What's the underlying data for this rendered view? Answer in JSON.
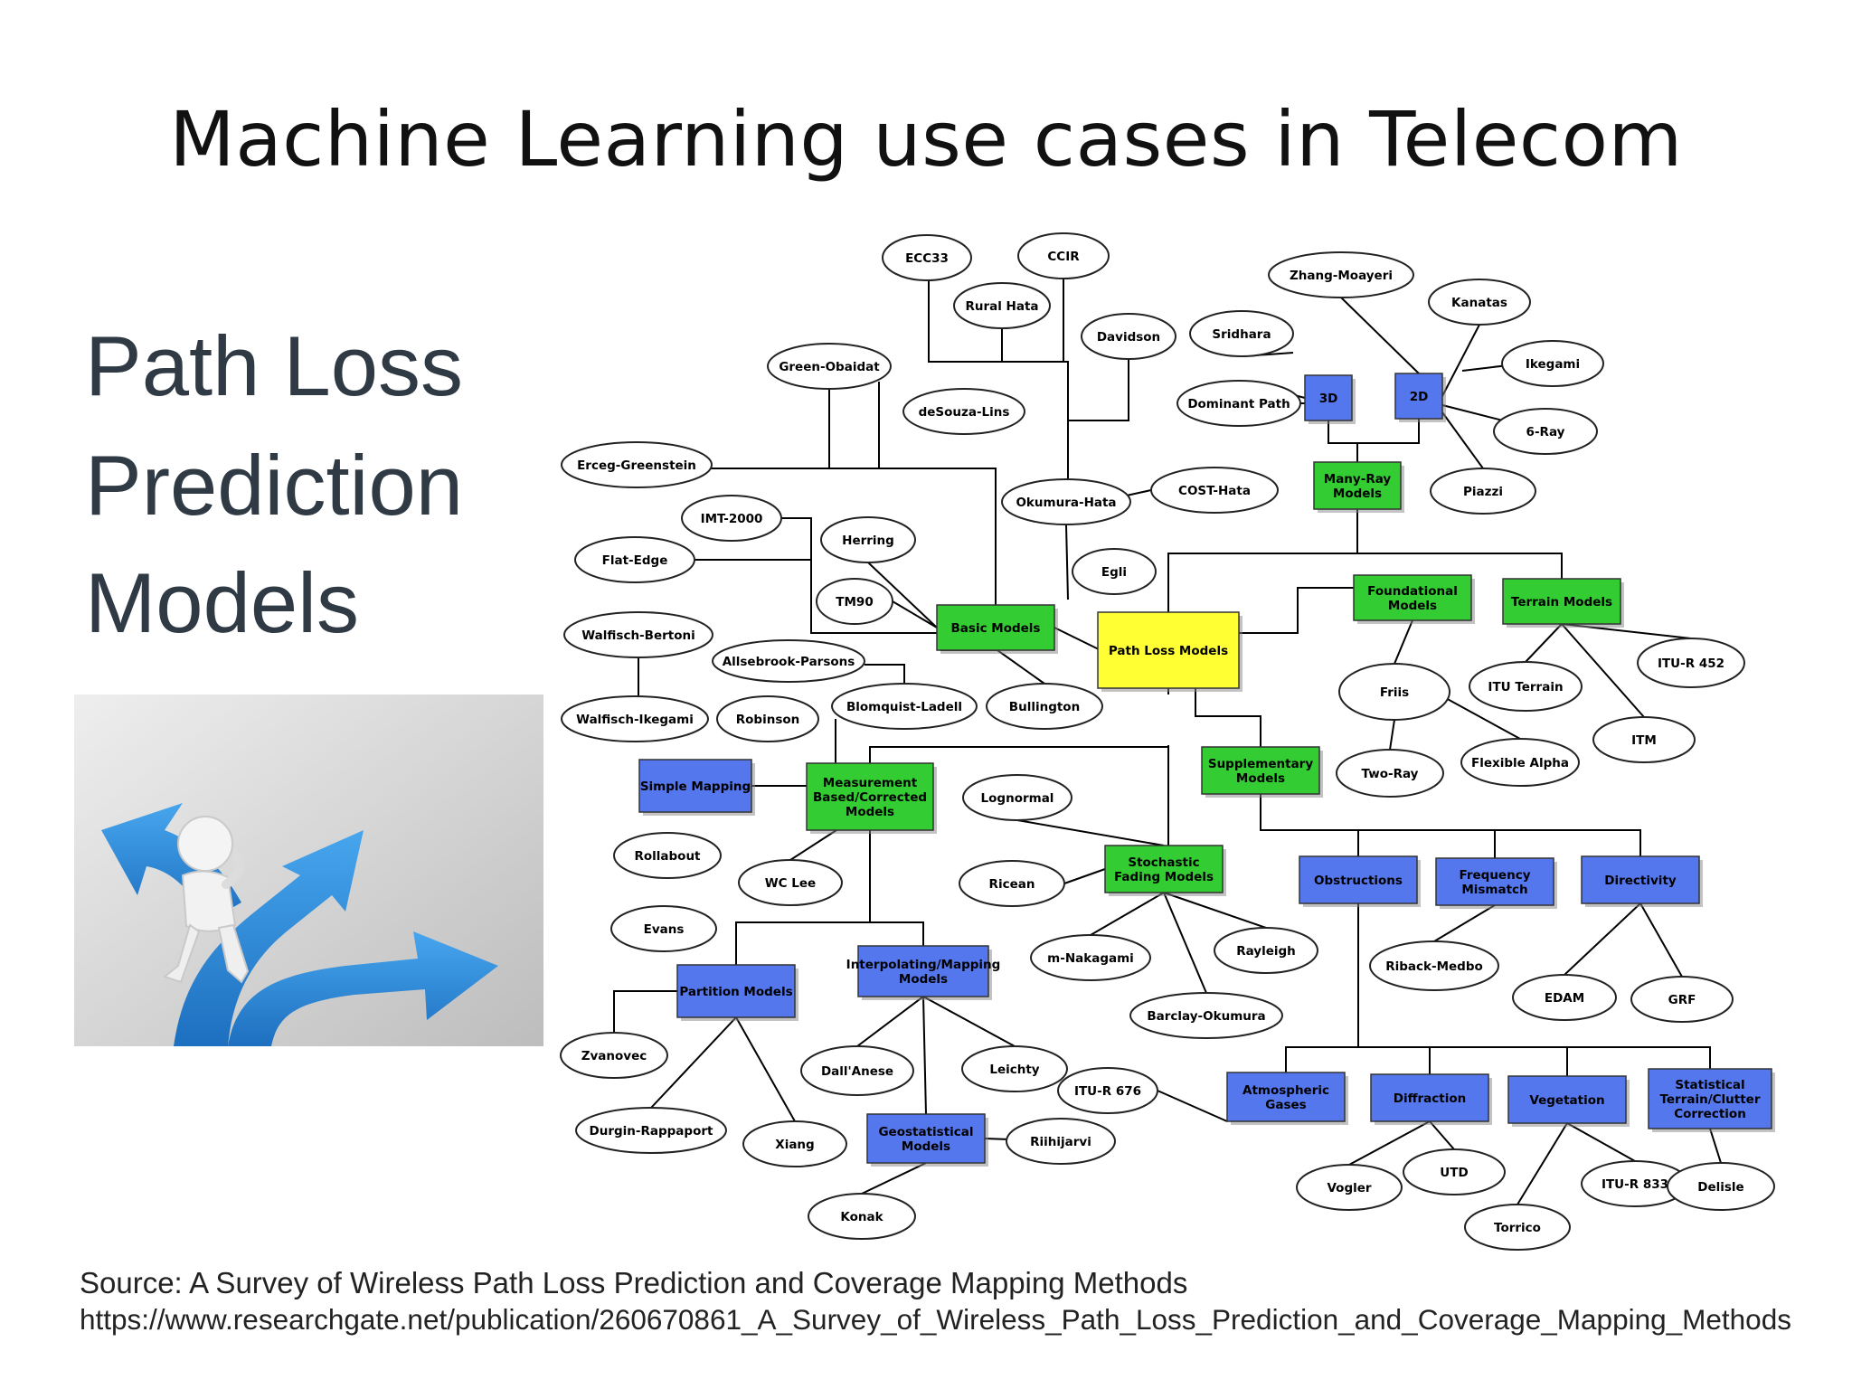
{
  "title": "Machine Learning use cases in Telecom",
  "side_heading": [
    "Path Loss",
    "Prediction",
    "Models"
  ],
  "source_line": "Source: A Survey of Wireless Path Loss Prediction and Coverage Mapping Methods",
  "source_url": "https://www.researchgate.net/publication/260670861_A_Survey_of_Wireless_Path_Loss_Prediction_and_Coverage_Mapping_Methods",
  "colors": {
    "root": "#ffff33",
    "green": "#33cc33",
    "blue": "#5577ee",
    "ellipse_fill": "#ffffff",
    "line": "#000000",
    "arrow": "#2b8fdc"
  },
  "photo_icons": [
    "stick-figure-icon",
    "three-way-arrow-icon"
  ],
  "diagram": {
    "nodes": [
      {
        "id": "root",
        "shape": "rect",
        "color": "yellow",
        "lines": [
          "Path Loss Models"
        ]
      },
      {
        "id": "basic",
        "shape": "rect",
        "color": "green",
        "lines": [
          "Basic Models"
        ]
      },
      {
        "id": "manyray",
        "shape": "rect",
        "color": "green",
        "lines": [
          "Many-Ray",
          "Models"
        ]
      },
      {
        "id": "found",
        "shape": "rect",
        "color": "green",
        "lines": [
          "Foundational",
          "Models"
        ]
      },
      {
        "id": "terrain",
        "shape": "rect",
        "color": "green",
        "lines": [
          "Terrain Models"
        ]
      },
      {
        "id": "supp",
        "shape": "rect",
        "color": "green",
        "lines": [
          "Supplementary",
          "Models"
        ]
      },
      {
        "id": "meas",
        "shape": "rect",
        "color": "green",
        "lines": [
          "Measurement",
          "Based/Corrected",
          "Models"
        ]
      },
      {
        "id": "stoch",
        "shape": "rect",
        "color": "green",
        "lines": [
          "Stochastic",
          "Fading Models"
        ]
      },
      {
        "id": "r3d",
        "shape": "rect",
        "color": "blue",
        "lines": [
          "3D"
        ]
      },
      {
        "id": "r2d",
        "shape": "rect",
        "color": "blue",
        "lines": [
          "2D"
        ]
      },
      {
        "id": "simple",
        "shape": "rect",
        "color": "blue",
        "lines": [
          "Simple Mapping"
        ]
      },
      {
        "id": "partition",
        "shape": "rect",
        "color": "blue",
        "lines": [
          "Partition Models"
        ]
      },
      {
        "id": "interp",
        "shape": "rect",
        "color": "blue",
        "lines": [
          "Interpolating/Mapping",
          "Models"
        ]
      },
      {
        "id": "geo",
        "shape": "rect",
        "color": "blue",
        "lines": [
          "Geostatistical",
          "Models"
        ]
      },
      {
        "id": "obstr",
        "shape": "rect",
        "color": "blue",
        "lines": [
          "Obstructions"
        ]
      },
      {
        "id": "freq",
        "shape": "rect",
        "color": "blue",
        "lines": [
          "Frequency",
          "Mismatch"
        ]
      },
      {
        "id": "direct",
        "shape": "rect",
        "color": "blue",
        "lines": [
          "Directivity"
        ]
      },
      {
        "id": "atmo",
        "shape": "rect",
        "color": "blue",
        "lines": [
          "Atmospheric",
          "Gases"
        ]
      },
      {
        "id": "diff",
        "shape": "rect",
        "color": "blue",
        "lines": [
          "Diffraction"
        ]
      },
      {
        "id": "veg",
        "shape": "rect",
        "color": "blue",
        "lines": [
          "Vegetation"
        ]
      },
      {
        "id": "stat",
        "shape": "rect",
        "color": "blue",
        "lines": [
          "Statistical",
          "Terrain/Clutter",
          "Correction"
        ]
      },
      {
        "id": "ecc33",
        "shape": "ellipse",
        "lines": [
          "ECC33"
        ]
      },
      {
        "id": "ccir",
        "shape": "ellipse",
        "lines": [
          "CCIR"
        ]
      },
      {
        "id": "ruralhata",
        "shape": "ellipse",
        "lines": [
          "Rural Hata"
        ]
      },
      {
        "id": "davidson",
        "shape": "ellipse",
        "lines": [
          "Davidson"
        ]
      },
      {
        "id": "sridhara",
        "shape": "ellipse",
        "lines": [
          "Sridhara"
        ]
      },
      {
        "id": "zhang",
        "shape": "ellipse",
        "lines": [
          "Zhang-Moayeri"
        ]
      },
      {
        "id": "kanatas",
        "shape": "ellipse",
        "lines": [
          "Kanatas"
        ]
      },
      {
        "id": "ikegami",
        "shape": "ellipse",
        "lines": [
          "Ikegami"
        ]
      },
      {
        "id": "sixray",
        "shape": "ellipse",
        "lines": [
          "6-Ray"
        ]
      },
      {
        "id": "piazzi",
        "shape": "ellipse",
        "lines": [
          "Piazzi"
        ]
      },
      {
        "id": "green",
        "shape": "ellipse",
        "lines": [
          "Green-Obaidat"
        ]
      },
      {
        "id": "desouza",
        "shape": "ellipse",
        "lines": [
          "deSouza-Lins"
        ]
      },
      {
        "id": "dompath",
        "shape": "ellipse",
        "lines": [
          "Dominant Path"
        ]
      },
      {
        "id": "erceg",
        "shape": "ellipse",
        "lines": [
          "Erceg-Greenstein"
        ]
      },
      {
        "id": "okumura",
        "shape": "ellipse",
        "lines": [
          "Okumura-Hata"
        ]
      },
      {
        "id": "costhata",
        "shape": "ellipse",
        "lines": [
          "COST-Hata"
        ]
      },
      {
        "id": "imt",
        "shape": "ellipse",
        "lines": [
          "IMT-2000"
        ]
      },
      {
        "id": "herring",
        "shape": "ellipse",
        "lines": [
          "Herring"
        ]
      },
      {
        "id": "flatedge",
        "shape": "ellipse",
        "lines": [
          "Flat-Edge"
        ]
      },
      {
        "id": "egli",
        "shape": "ellipse",
        "lines": [
          "Egli"
        ]
      },
      {
        "id": "tm90",
        "shape": "ellipse",
        "lines": [
          "TM90"
        ]
      },
      {
        "id": "wb",
        "shape": "ellipse",
        "lines": [
          "Walfisch-Bertoni"
        ]
      },
      {
        "id": "allse",
        "shape": "ellipse",
        "lines": [
          "Allsebrook-Parsons"
        ]
      },
      {
        "id": "blom",
        "shape": "ellipse",
        "lines": [
          "Blomquist-Ladell"
        ]
      },
      {
        "id": "bull",
        "shape": "ellipse",
        "lines": [
          "Bullington"
        ]
      },
      {
        "id": "wi",
        "shape": "ellipse",
        "lines": [
          "Walfisch-Ikegami"
        ]
      },
      {
        "id": "robinson",
        "shape": "ellipse",
        "lines": [
          "Robinson"
        ]
      },
      {
        "id": "friis",
        "shape": "ellipse",
        "lines": [
          "Friis"
        ]
      },
      {
        "id": "ituterrain",
        "shape": "ellipse",
        "lines": [
          "ITU Terrain"
        ]
      },
      {
        "id": "itur452",
        "shape": "ellipse",
        "lines": [
          "ITU-R 452"
        ]
      },
      {
        "id": "itm",
        "shape": "ellipse",
        "lines": [
          "ITM"
        ]
      },
      {
        "id": "tworay",
        "shape": "ellipse",
        "lines": [
          "Two-Ray"
        ]
      },
      {
        "id": "flexalpha",
        "shape": "ellipse",
        "lines": [
          "Flexible Alpha"
        ]
      },
      {
        "id": "lognormal",
        "shape": "ellipse",
        "lines": [
          "Lognormal"
        ]
      },
      {
        "id": "rollabout",
        "shape": "ellipse",
        "lines": [
          "Rollabout"
        ]
      },
      {
        "id": "wclee",
        "shape": "ellipse",
        "lines": [
          "WC Lee"
        ]
      },
      {
        "id": "ricean",
        "shape": "ellipse",
        "lines": [
          "Ricean"
        ]
      },
      {
        "id": "evans",
        "shape": "ellipse",
        "lines": [
          "Evans"
        ]
      },
      {
        "id": "mnak",
        "shape": "ellipse",
        "lines": [
          "m-Nakagami"
        ]
      },
      {
        "id": "rayleigh",
        "shape": "ellipse",
        "lines": [
          "Rayleigh"
        ]
      },
      {
        "id": "riback",
        "shape": "ellipse",
        "lines": [
          "Riback-Medbo"
        ]
      },
      {
        "id": "barclay",
        "shape": "ellipse",
        "lines": [
          "Barclay-Okumura"
        ]
      },
      {
        "id": "edam",
        "shape": "ellipse",
        "lines": [
          "EDAM"
        ]
      },
      {
        "id": "grf",
        "shape": "ellipse",
        "lines": [
          "GRF"
        ]
      },
      {
        "id": "zvanovec",
        "shape": "ellipse",
        "lines": [
          "Zvanovec"
        ]
      },
      {
        "id": "dallanese",
        "shape": "ellipse",
        "lines": [
          "Dall'Anese"
        ]
      },
      {
        "id": "leichty",
        "shape": "ellipse",
        "lines": [
          "Leichty"
        ]
      },
      {
        "id": "itur676",
        "shape": "ellipse",
        "lines": [
          "ITU-R 676"
        ]
      },
      {
        "id": "durgin",
        "shape": "ellipse",
        "lines": [
          "Durgin-Rappaport"
        ]
      },
      {
        "id": "xiang",
        "shape": "ellipse",
        "lines": [
          "Xiang"
        ]
      },
      {
        "id": "riihijarvi",
        "shape": "ellipse",
        "lines": [
          "Riihijarvi"
        ]
      },
      {
        "id": "utd",
        "shape": "ellipse",
        "lines": [
          "UTD"
        ]
      },
      {
        "id": "vogler",
        "shape": "ellipse",
        "lines": [
          "Vogler"
        ]
      },
      {
        "id": "itur833",
        "shape": "ellipse",
        "lines": [
          "ITU-R 833"
        ]
      },
      {
        "id": "delisle",
        "shape": "ellipse",
        "lines": [
          "Delisle"
        ]
      },
      {
        "id": "konak",
        "shape": "ellipse",
        "lines": [
          "Konak"
        ]
      },
      {
        "id": "torrico",
        "shape": "ellipse",
        "lines": [
          "Torrico"
        ]
      }
    ]
  }
}
